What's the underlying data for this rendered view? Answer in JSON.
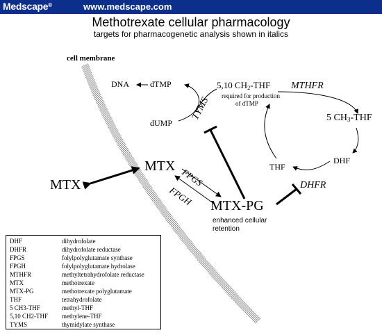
{
  "header": {
    "brand": "Medscape",
    "brand_mark": "®",
    "url": "www.medscape.com"
  },
  "title": "Methotrexate cellular pharmacology",
  "subtitle": "targets for pharmacogenetic analysis shown in italics",
  "diagram": {
    "membrane_label": "cell membrane",
    "nodes": {
      "mtx_outside": "MTX",
      "mtx_inside": "MTX",
      "mtx_pg": "MTX-PG",
      "dna": "DNA",
      "dtmp": "dTMP",
      "dump": "dUMP",
      "thf_510_prefix": "5,10 CH",
      "thf_510_sub": "2",
      "thf_510_suffix": "-THF",
      "thf_note_line1": "required for production",
      "thf_note_line2": "of dTMP",
      "ch3_thf_prefix": "5 CH",
      "ch3_thf_sub": "3",
      "ch3_thf_suffix": "-THF",
      "dhf": "DHF",
      "thf": "THF",
      "retention_line1": "enhanced cellular",
      "retention_line2": "retention"
    },
    "targets": {
      "tyms": "TYMS",
      "mthfr": "MTHFR",
      "dhfr": "DHFR",
      "fpgs": "FPGS",
      "fpgh": "FPGH"
    }
  },
  "legend": [
    {
      "abbr": "DHF",
      "full": "dihydrofolate"
    },
    {
      "abbr": "DHFR",
      "full": "dihydrofolate reductase"
    },
    {
      "abbr": "FPGS",
      "full": "folylpolyglutamate synthase"
    },
    {
      "abbr": "FPGH",
      "full": "folylpolyglutamate hydrolase"
    },
    {
      "abbr": "MTHFR",
      "full": "methyltetrahydrofolate reductase"
    },
    {
      "abbr": "MTX",
      "full": "methotrexate"
    },
    {
      "abbr": "MTX-PG",
      "full": "methotrexate polyglutamate"
    },
    {
      "abbr": "THF",
      "full": "tetrahydrofolate"
    },
    {
      "abbr": "5 CH3-THF",
      "full": "methyl-THF"
    },
    {
      "abbr": "5,10 CH2-THF",
      "full": "methylene-THF"
    },
    {
      "abbr": "TYMS",
      "full": "thymidylate synthase"
    }
  ]
}
